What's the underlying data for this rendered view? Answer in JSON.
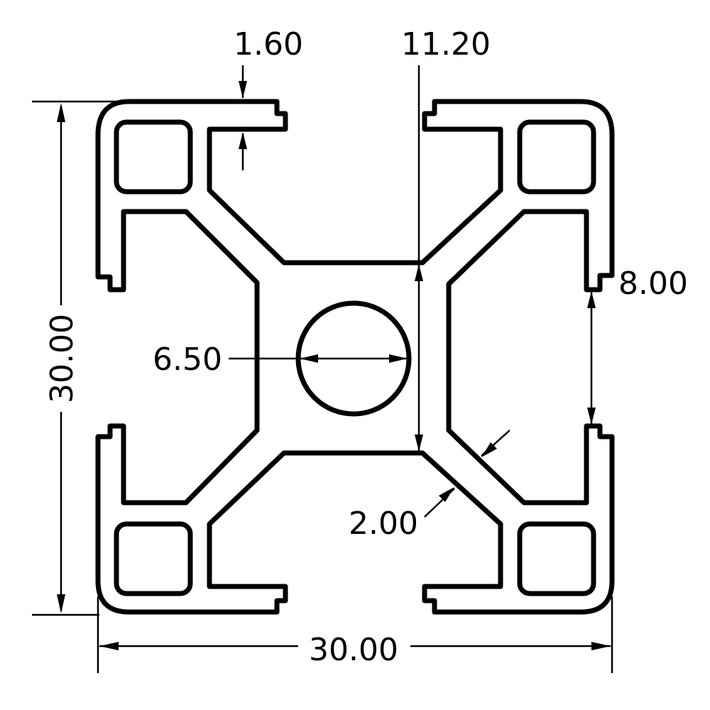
{
  "drawing": {
    "subject": "30x30 aluminum T-slot extrusion profile cross-section",
    "units": "mm",
    "colors": {
      "line": "#000000",
      "background": "#ffffff"
    }
  },
  "dimensions": {
    "overall_width": {
      "value": "30.00",
      "label": "30.00"
    },
    "overall_height": {
      "value": "30.00",
      "label": "30.00"
    },
    "center_bore": {
      "value": "6.50",
      "label": "6.50"
    },
    "lip_thickness": {
      "value": "1.60",
      "label": "1.60"
    },
    "core_width": {
      "value": "11.20",
      "label": "11.20"
    },
    "slot_opening": {
      "value": "8.00",
      "label": "8.00"
    },
    "web_thickness": {
      "value": "2.00",
      "label": "2.00"
    }
  }
}
